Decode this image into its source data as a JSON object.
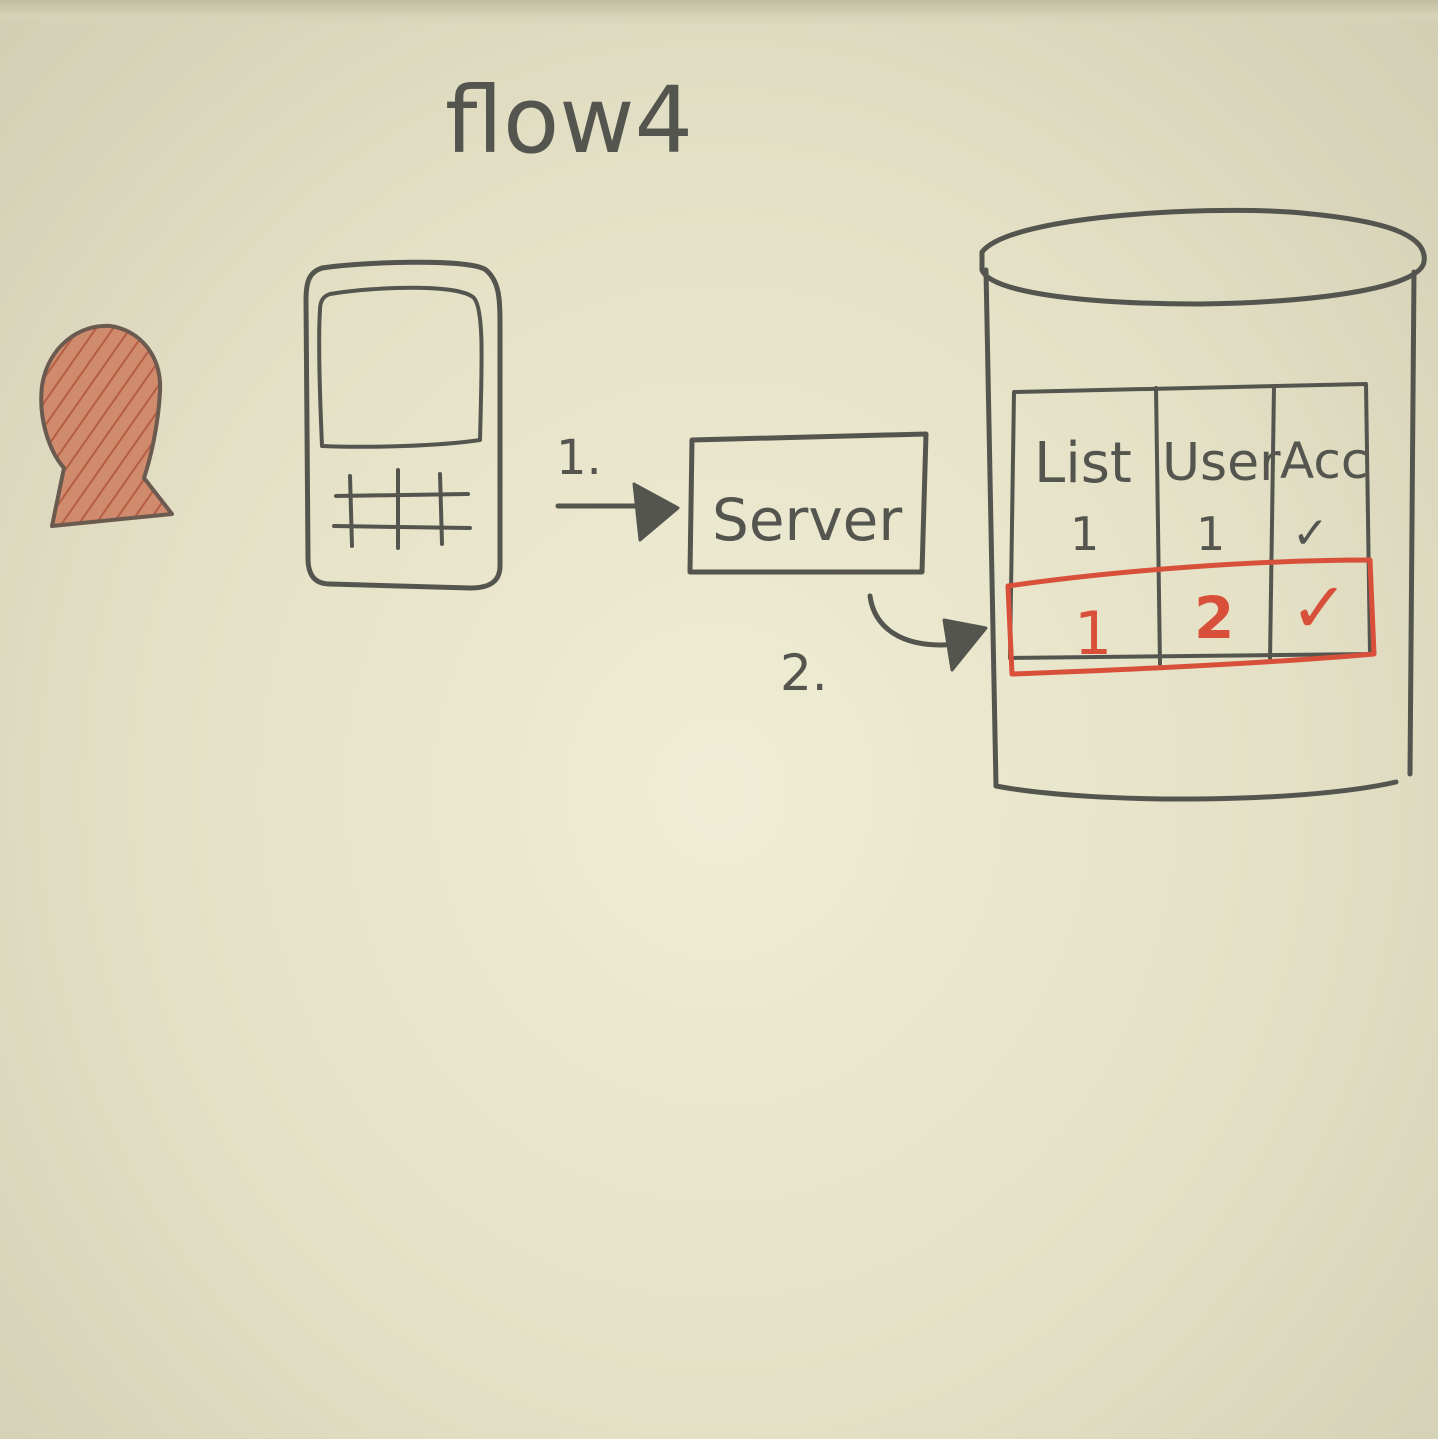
{
  "title": "flow4",
  "steps": {
    "step1": "1.",
    "step2": "2."
  },
  "server": {
    "label": "Server"
  },
  "database": {
    "columns": [
      "List",
      "User",
      "Acc"
    ],
    "rows": [
      [
        "1",
        "1",
        "✓"
      ],
      [
        "1",
        "2",
        "✓"
      ]
    ]
  },
  "colors": {
    "ink": "#55554f",
    "highlight": "#d9503a",
    "person_fill": "#c98263"
  },
  "icons": {
    "person": "person-icon",
    "phone": "phone-icon",
    "database": "database-icon"
  }
}
